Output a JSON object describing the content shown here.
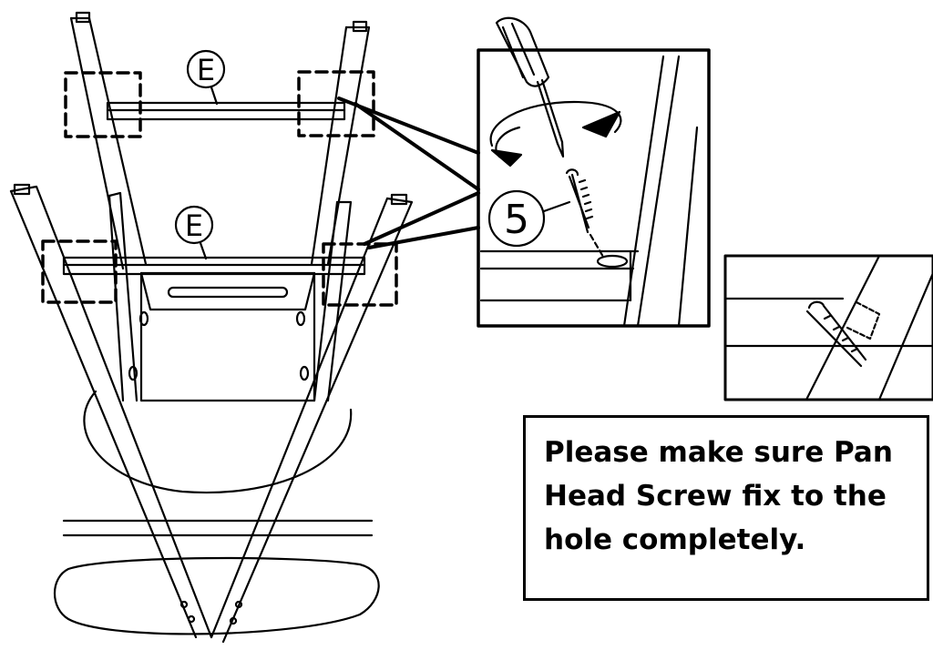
{
  "labels": {
    "part_top": "E",
    "part_bottom": "E",
    "screw_number": "5"
  },
  "note": {
    "text": "Please make sure Pan Head Screw fix to the hole completely."
  },
  "colors": {
    "ink": "#000000",
    "paper": "#ffffff"
  }
}
